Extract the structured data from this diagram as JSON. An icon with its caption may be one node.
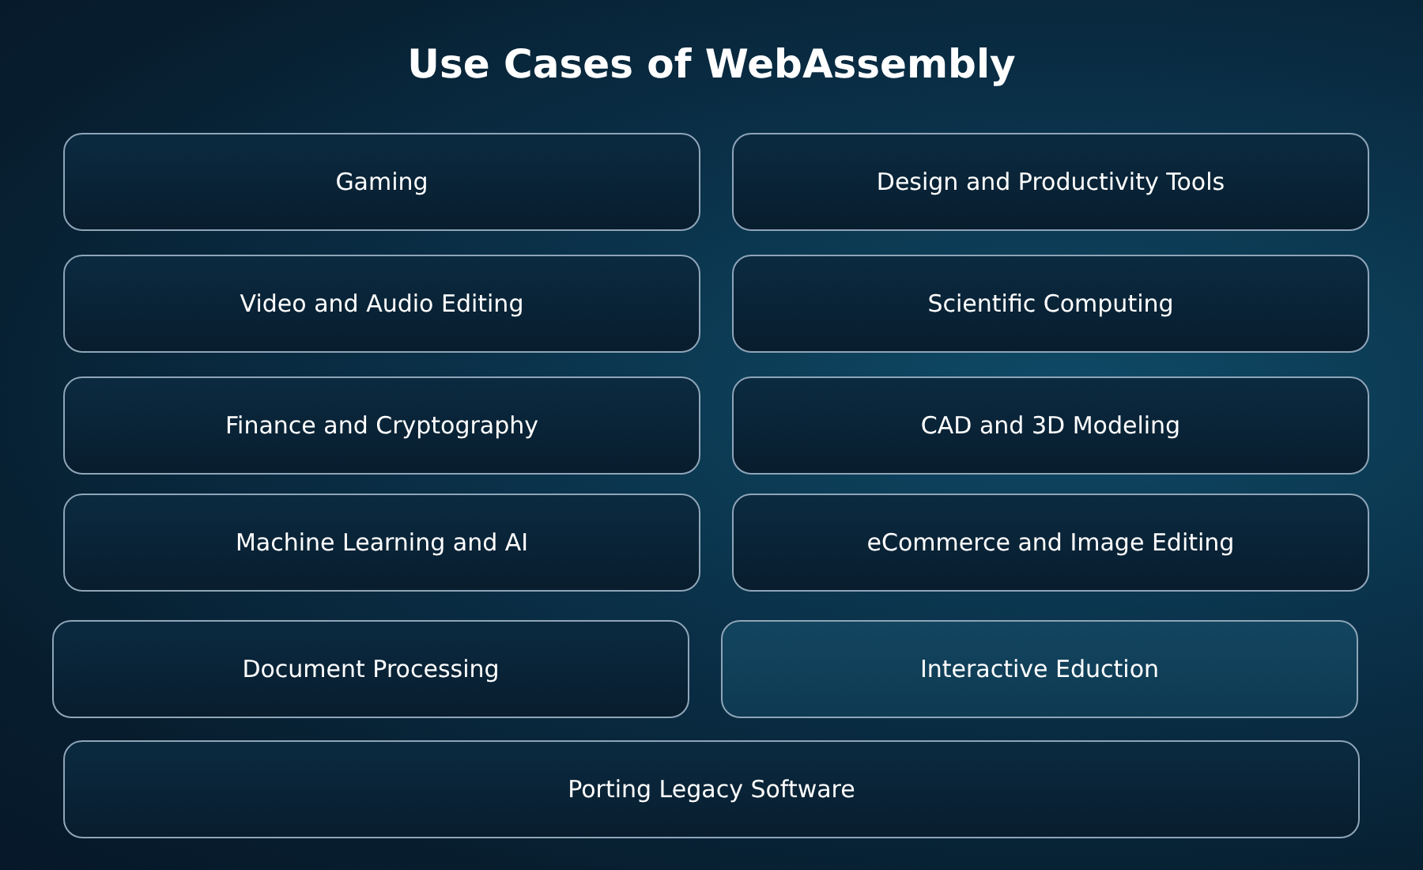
{
  "diagram": {
    "title": "Use Cases of WebAssembly",
    "nodes": [
      {
        "text": [
          "Gaming"
        ]
      },
      {
        "text": [
          "Design and Productivity Tools"
        ]
      },
      {
        "text": [
          "Video and Audio Editing"
        ]
      },
      {
        "text": [
          "Scientific Computing"
        ]
      },
      {
        "text": [
          "Finance and Cryptography"
        ]
      },
      {
        "text": [
          "CAD and 3D Modeling"
        ]
      },
      {
        "text": [
          "Machine Learning and AI"
        ]
      },
      {
        "text": [
          "eCommerce and Image Editing"
        ]
      },
      {
        "text": [
          "Document Processing"
        ]
      },
      {
        "text": [
          "Interactive Eduction"
        ]
      },
      {
        "text": [
          "Porting Legacy Software"
        ]
      }
    ]
  }
}
